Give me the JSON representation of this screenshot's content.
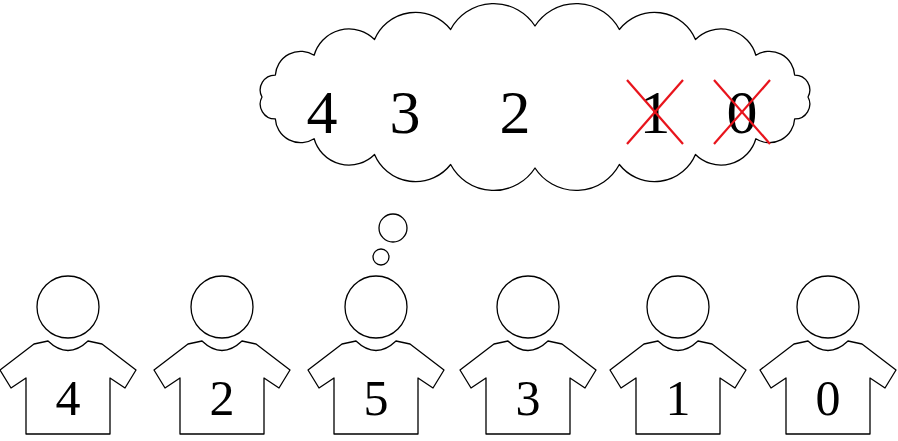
{
  "diagram": {
    "nodes": [
      {
        "text": [
          "4",
          "3",
          "2",
          "1",
          "0"
        ]
      },
      {
        "text": [
          "4"
        ]
      },
      {
        "text": [
          "2"
        ]
      },
      {
        "text": [
          "5"
        ]
      },
      {
        "text": [
          "3"
        ]
      },
      {
        "text": [
          "1"
        ]
      },
      {
        "text": [
          "0"
        ]
      }
    ]
  }
}
